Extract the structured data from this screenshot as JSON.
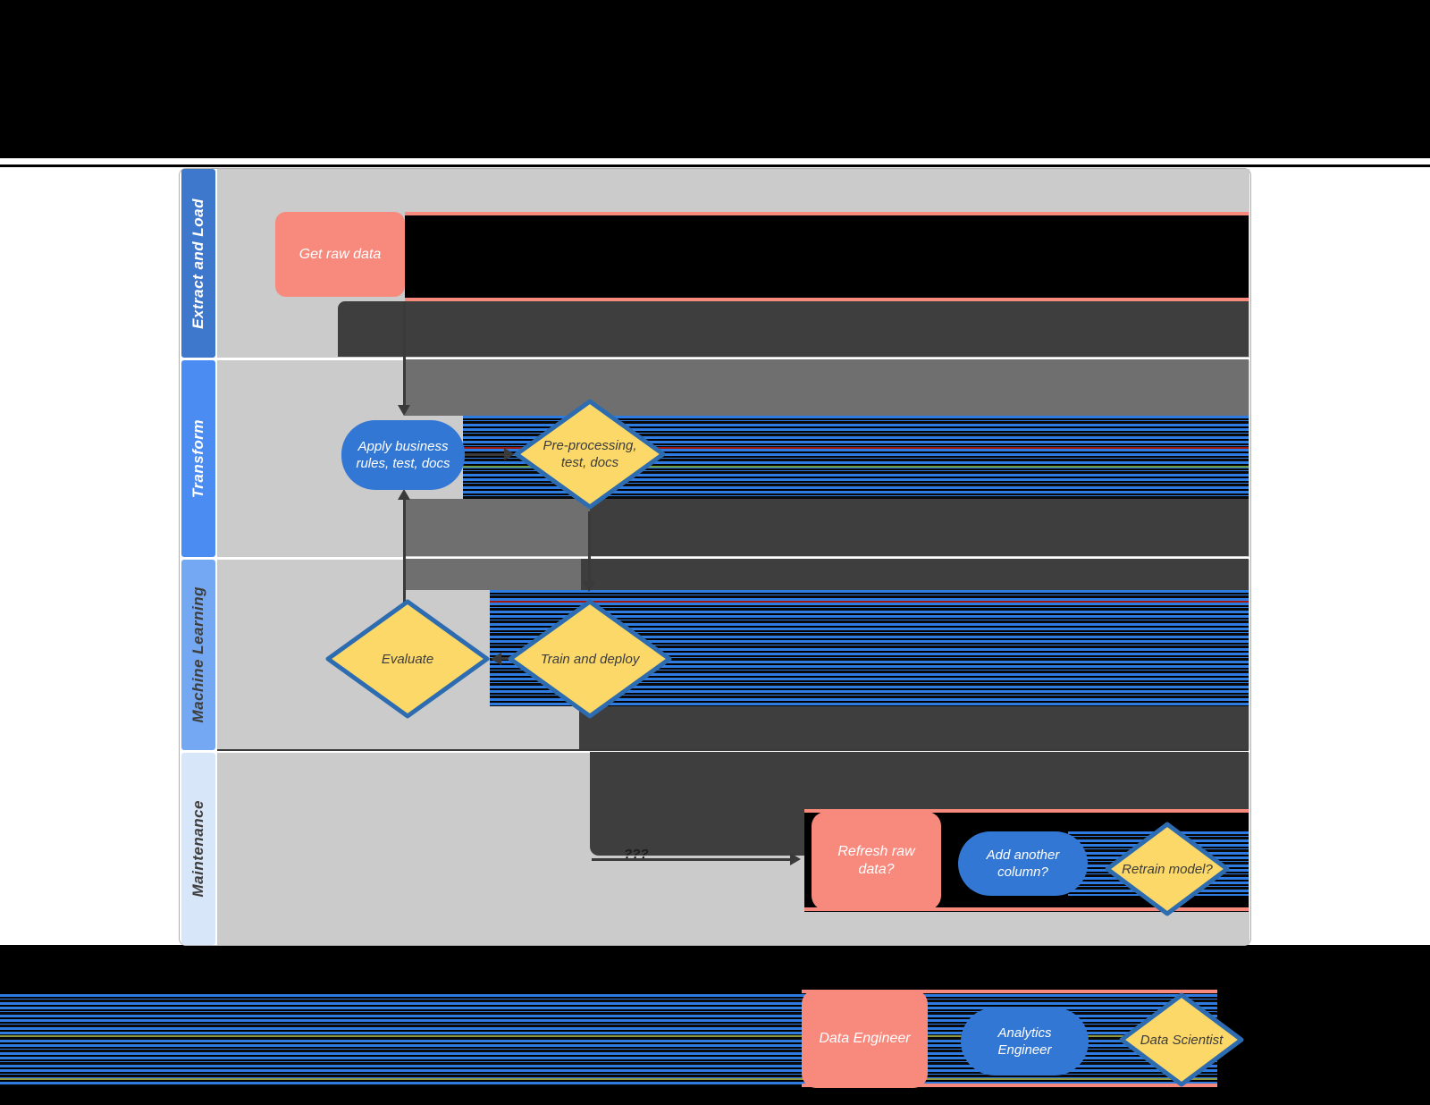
{
  "lanes": [
    {
      "label": "Extract and Load",
      "bg": "#3e78cd",
      "text_color": "#ffffff"
    },
    {
      "label": "Transform",
      "bg": "#4a8cf2",
      "text_color": "#ffffff"
    },
    {
      "label": "Machine Learning",
      "bg": "#74a8f2",
      "text_color": "#3e3e3e"
    },
    {
      "label": "Maintenance",
      "bg": "#d8e6f9",
      "text_color": "#3e3e3e"
    }
  ],
  "nodes": {
    "get_raw_data": {
      "label": "Get raw data",
      "shape": "rounded-rectangle",
      "color": "#f8897d"
    },
    "apply_business_rules": {
      "label": "Apply business rules, test, docs",
      "shape": "stadium",
      "color": "#3377d4"
    },
    "preprocessing": {
      "label": "Pre-processing, test, docs",
      "shape": "decision-diamond",
      "color": "#fcd868"
    },
    "evaluate": {
      "label": "Evaluate",
      "shape": "decision-diamond",
      "color": "#fcd868"
    },
    "train_and_deploy": {
      "label": "Train and deploy",
      "shape": "decision-diamond",
      "color": "#fcd868"
    },
    "refresh_raw_data": {
      "label": "Refresh raw data?",
      "shape": "rounded-rectangle",
      "color": "#f8897d"
    },
    "add_another_column": {
      "label": "Add another column?",
      "shape": "stadium",
      "color": "#3377d4"
    },
    "retrain_model": {
      "label": "Retrain model?",
      "shape": "decision-diamond",
      "color": "#fcd868"
    }
  },
  "connectors": {
    "maintenance_label": "???"
  },
  "legend": {
    "data_engineer": {
      "label": "Data Engineer",
      "color": "#f8897d"
    },
    "analytics_engineer": {
      "label": "Analytics Engineer",
      "color": "#3377d4"
    },
    "data_scientist": {
      "label": "Data Scientist",
      "color": "#fcd868"
    }
  },
  "colors": {
    "lane_background": "#cbcbcb",
    "page_background": "#ffffff",
    "outer_background": "#000000",
    "glitch_charcoal": "#3e3e3e",
    "glitch_gray": "#6f6f6f",
    "glitch_stripe_blue": "#2e7ce2",
    "diamond_border": "#2d6cb0",
    "connector": "#3a3a3a"
  }
}
